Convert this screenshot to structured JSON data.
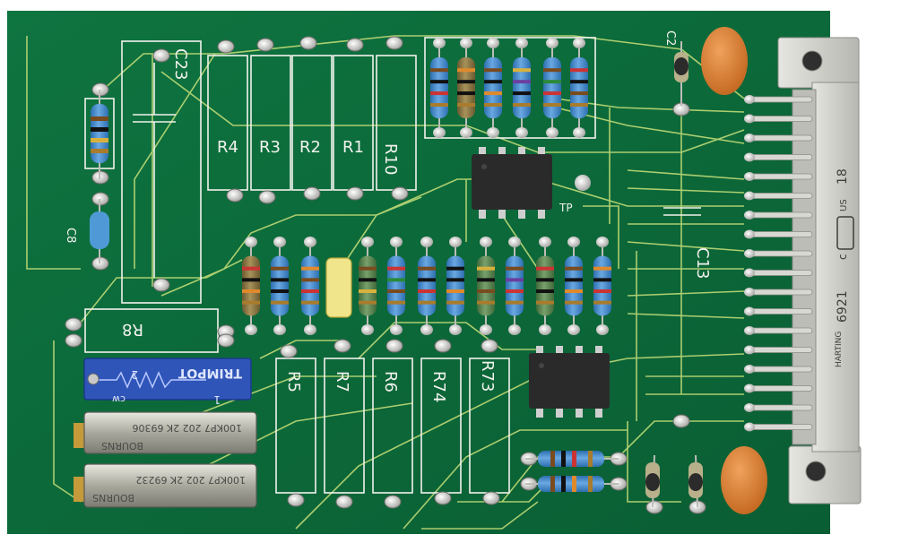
{
  "board": {
    "labels": {
      "c23": "C23",
      "r4": "R4",
      "r3": "R3",
      "r2": "R2",
      "r1": "R1",
      "r10": "R10",
      "c8": "C8",
      "r8": "R8",
      "c13": "C13",
      "r5": "R5",
      "r7": "R7",
      "r6": "R6",
      "r74": "R74",
      "r73": "R73",
      "tp": "TP",
      "c2": "C2"
    },
    "trimpot": {
      "brand": "TRIMPOT",
      "mark_cw": "cw",
      "mark_2": "2",
      "mark_1": "1"
    },
    "pots": {
      "pot1_line1": "100KP7 202 2K 69306",
      "pot1_line2": "BOURNS",
      "pot2_line1": "100KP7 202 2K 69232",
      "pot2_line2": "BOURNS"
    },
    "connector": {
      "brand": "HARTING",
      "part": "6921",
      "ul": "c",
      "us": "US",
      "num": "18"
    }
  },
  "colors": {
    "pcb": "#0b6b3a",
    "trace": "#c8e07a",
    "silk": "#f2f2ee",
    "resistor_body": "#3c82c4",
    "capacitor": "#d97a2b",
    "connector": "#cfcfca",
    "ic": "#2a2a2a",
    "trimpot": "#2f55b8"
  }
}
